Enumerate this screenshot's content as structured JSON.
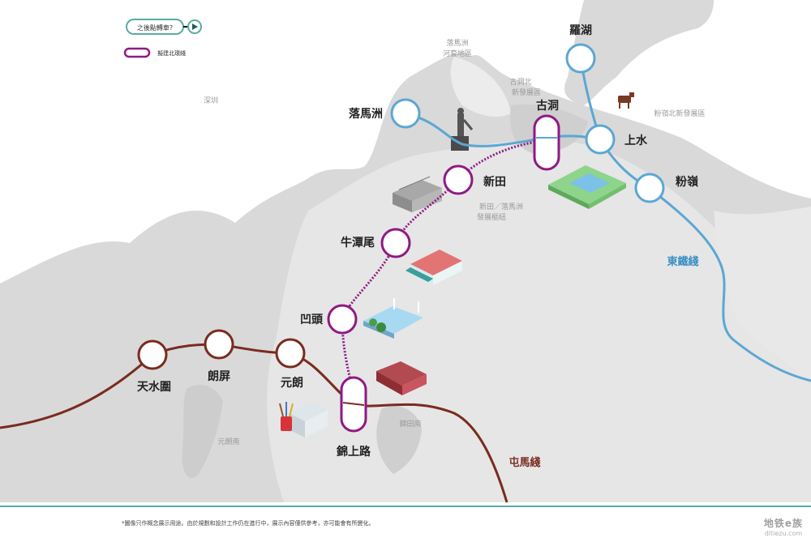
{
  "legend": {
    "transfer_label": "之後點轉車?",
    "northern_link_label": "擬建北環綫"
  },
  "stations": {
    "lo_wu": "羅湖",
    "lok_ma_chau": "落馬洲",
    "kwu_tung": "古洞",
    "sheung_shui": "上水",
    "fanling": "粉嶺",
    "san_tin": "新田",
    "ngau_tam_mei": "牛潭尾",
    "au_tau": "凹頭",
    "kam_sheung_road": "錦上路",
    "yuen_long": "元朗",
    "long_ping": "朗屏",
    "tin_shui_wai": "天水圍"
  },
  "areas": {
    "shenzhen": "深圳",
    "lok_ma_chau_loop_1": "落馬洲",
    "lok_ma_chau_loop_2": "河套地區",
    "kwu_tung_north_1": "古洞北",
    "kwu_tung_north_2": "新發展區",
    "fanling_north": "粉嶺北新發展區",
    "san_tin_hub_1": "新田／落馬洲",
    "san_tin_hub_2": "發展樞紐",
    "kam_tin_south": "錦田南",
    "yuen_long_south": "元朗南"
  },
  "lines": {
    "east_rail": "東鐵綫",
    "tuen_ma": "屯馬綫"
  },
  "colors": {
    "east_rail": "#5ba7d3",
    "tuen_ma": "#7a2b1f",
    "northern_link": "#8e1a84",
    "land_dark": "#d5d5d5",
    "land_light": "#e4e4e4",
    "bottom_rule": "#5aaaa4"
  },
  "footnote": "*圖像只作概念展示用途。由於規劃和設計工作仍在進行中，展示內容僅供參考，亦可能會有所變化。",
  "watermark": {
    "title": "地铁e族",
    "url": "ditiezu.com"
  }
}
